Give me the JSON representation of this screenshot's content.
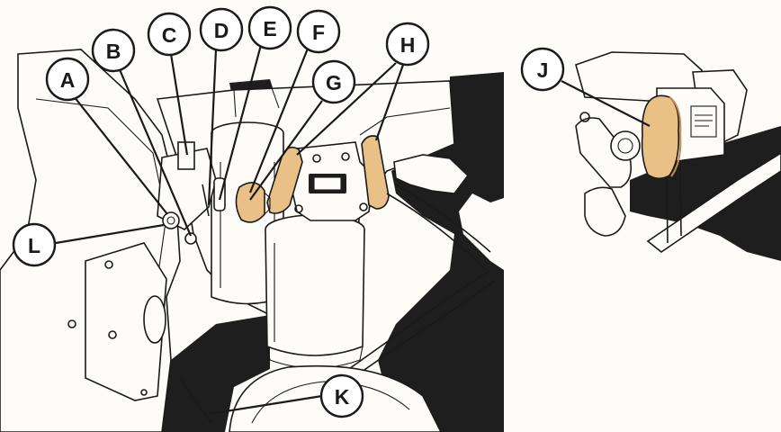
{
  "colors": {
    "ink": "#1a1a1a",
    "paper": "#fdfcf9",
    "highlight": "#e9c186",
    "highlight_dark": "#c58b4c",
    "shadow": "#1e1e1e"
  },
  "main_view": {
    "callouts": [
      {
        "id": "A",
        "label": "A"
      },
      {
        "id": "B",
        "label": "B"
      },
      {
        "id": "C",
        "label": "C"
      },
      {
        "id": "D",
        "label": "D"
      },
      {
        "id": "E",
        "label": "E"
      },
      {
        "id": "F",
        "label": "F"
      },
      {
        "id": "G",
        "label": "G"
      },
      {
        "id": "H",
        "label": "H"
      },
      {
        "id": "K",
        "label": "K"
      },
      {
        "id": "L",
        "label": "L"
      }
    ]
  },
  "inset_view": {
    "callouts": [
      {
        "id": "J",
        "label": "J"
      }
    ]
  }
}
